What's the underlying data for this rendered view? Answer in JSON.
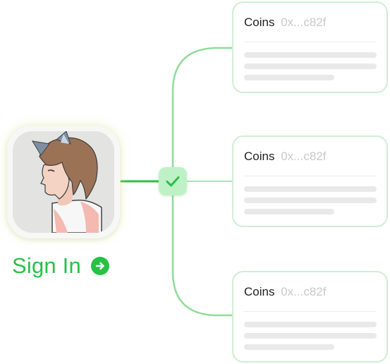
{
  "signin": {
    "label": "Sign In",
    "icon": "arrow-right-circle-icon"
  },
  "status": {
    "icon": "checkmark-icon"
  },
  "cards": [
    {
      "title": "Coins",
      "address": "0x...c82f"
    },
    {
      "title": "Coins",
      "address": "0x...c82f"
    },
    {
      "title": "Coins",
      "address": "0x...c82f"
    }
  ],
  "colors": {
    "accent": "#27c146",
    "connector": "#8fdc97",
    "badge": "#bff1c6",
    "card_border": "#cfeed3",
    "placeholder_bar": "#e9e9ea"
  }
}
